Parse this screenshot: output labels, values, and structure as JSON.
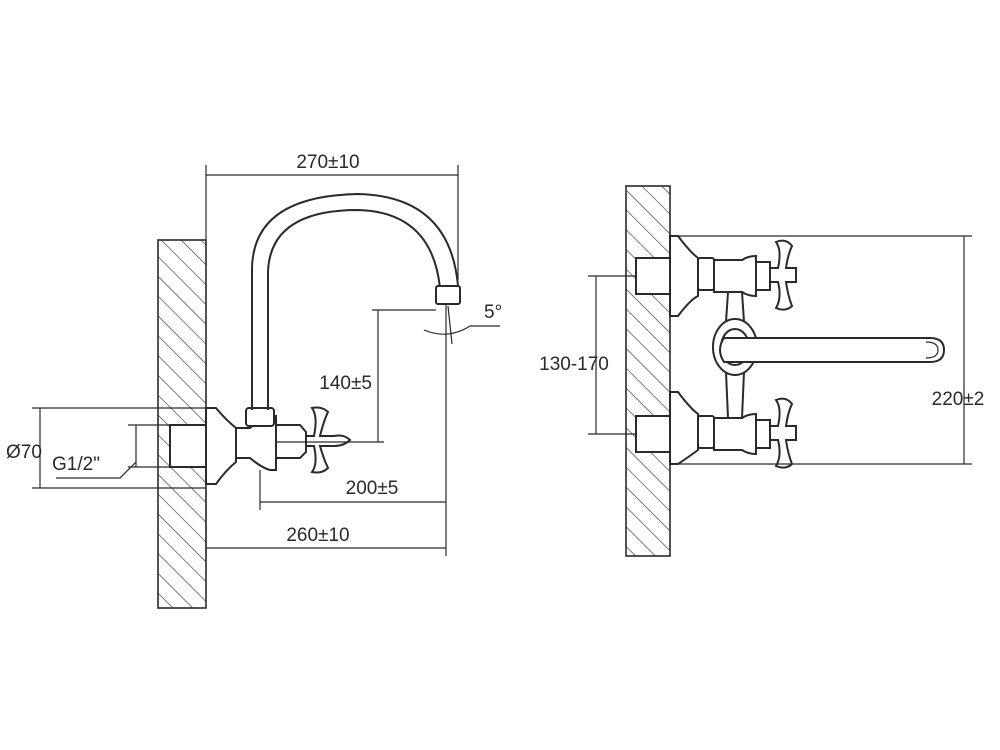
{
  "side_view": {
    "dim_overall_width": "270±10",
    "dim_spout_height": "140±5",
    "dim_spout_reach": "200±5",
    "dim_wall_to_spout": "260±10",
    "dim_flange_diameter": "Ø70",
    "dim_thread": "G1/2\"",
    "dim_angle": "5°"
  },
  "front_view": {
    "dim_inlet_spacing": "130-170",
    "dim_total_height": "220±2"
  }
}
